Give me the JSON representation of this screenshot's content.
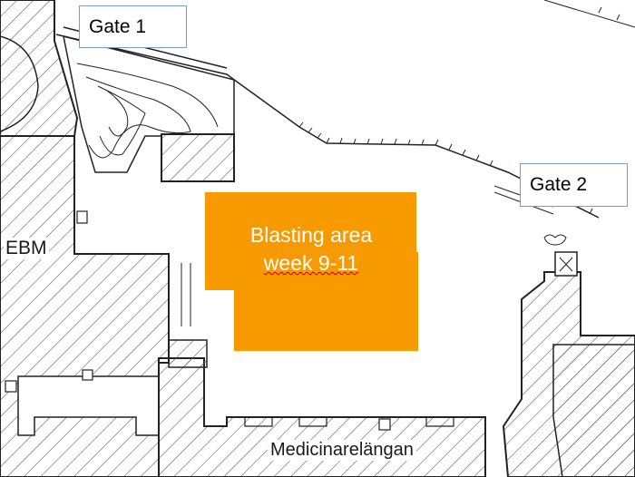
{
  "gates": {
    "gate1": "Gate 1",
    "gate2": "Gate 2"
  },
  "blasting_area": {
    "line1": "Blasting area",
    "line2": "week 9-11",
    "color": "#f79a00"
  },
  "buildings": {
    "ebm": "EBM",
    "medicinarelangan": "Medicinarelängan"
  },
  "colors": {
    "building_hatch": "#555555",
    "outline": "#222222",
    "gate_border": "#7a9cc6"
  }
}
